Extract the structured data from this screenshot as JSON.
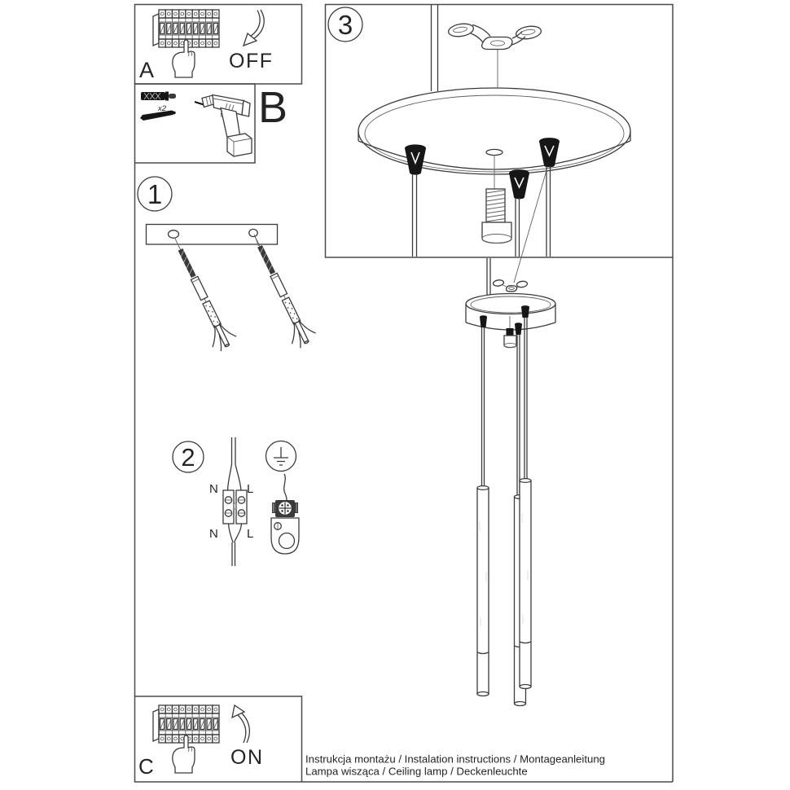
{
  "document": {
    "steps": {
      "a": {
        "letter": "A",
        "action": "OFF"
      },
      "b": {
        "letter": "B",
        "dowel_count": "x2"
      },
      "c": {
        "letter": "C",
        "action": "ON"
      },
      "s1": {
        "number": "1"
      },
      "s2": {
        "number": "2",
        "labels": {
          "n_top": "N",
          "l_top": "L",
          "n_bottom": "N",
          "l_bottom": "L"
        }
      },
      "s3": {
        "number": "3"
      }
    },
    "footer": {
      "line1": "Instrukcja montażu / Instalation instructions / Montageanleitung",
      "line2": "Lampa wisząca / Ceiling lamp / Deckenleuchte"
    },
    "colors": {
      "ink": "#3b3b3b",
      "fill_black": "#161616",
      "background": "#ffffff"
    },
    "icons": [
      "circuit-breaker-panel",
      "pressing-hand",
      "curved-arrow",
      "wall-plug",
      "screw",
      "drill",
      "mounting-strip",
      "anchor-screw",
      "mains-cable",
      "terminal-block",
      "earth-symbol",
      "ground-clamp",
      "ceiling-strap",
      "canopy",
      "cable-grip",
      "center-screw",
      "pendant-tube"
    ]
  }
}
